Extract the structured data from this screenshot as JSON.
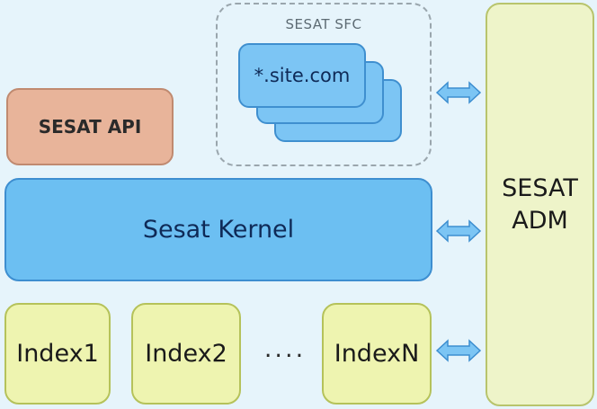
{
  "sfc": {
    "label": "SESAT SFC",
    "site": "*.site.com"
  },
  "api": {
    "label": "SESAT API"
  },
  "kernel": {
    "label": "Sesat Kernel"
  },
  "indexes": [
    {
      "label": "Index1"
    },
    {
      "label": "Index2"
    },
    {
      "label": "IndexN"
    }
  ],
  "ellipsis": "....",
  "adm": {
    "line1": "SESAT",
    "line2": "ADM"
  },
  "colors": {
    "background": "#e6f4fb",
    "kernel": "#6cbff2",
    "api": "#e8b49a",
    "index": "#eef4b0",
    "adm": "#eef4c9",
    "arrow": "#7cc5f4"
  }
}
